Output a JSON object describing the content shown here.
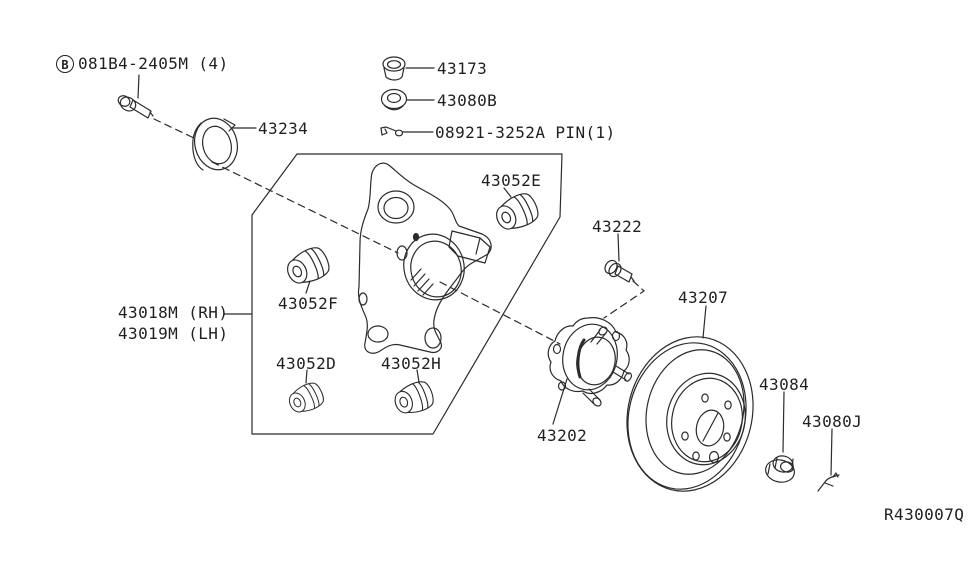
{
  "diagram": {
    "type": "exploded-parts-diagram",
    "subject": "rear-axle-knuckle-hub-and-rotor",
    "background": "#ffffff",
    "line_color": "#2b2b2b",
    "ref_code": "R430007Q",
    "callouts": {
      "bolt_b_marker": "B",
      "bolt_b": "081B4-2405M (4)",
      "dust_shield": "43234",
      "grease_cap": "43173",
      "washer": "43080B",
      "pin": "08921-3252A PIN(1)",
      "bushing_e": "43052E",
      "hub_bolt": "43222",
      "rotor": "43207",
      "knuckle_rh": "43018M (RH)",
      "knuckle_lh": "43019M (LH)",
      "bushing_f": "43052F",
      "bushing_d": "43052D",
      "bushing_h": "43052H",
      "hub_assembly": "43202",
      "nut": "43084",
      "cotter_clip": "43080J"
    }
  }
}
